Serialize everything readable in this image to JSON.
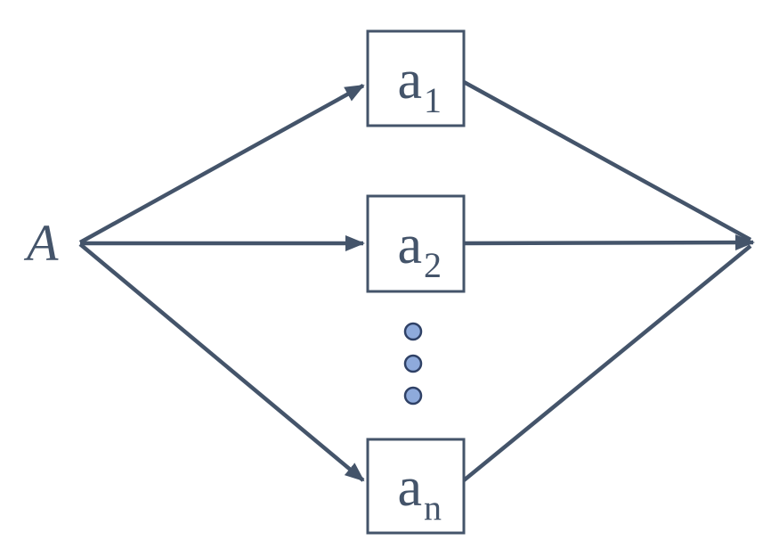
{
  "diagram": {
    "source": {
      "label": "A"
    },
    "nodes": [
      {
        "id": "a1",
        "label_main": "a",
        "label_sub": "1"
      },
      {
        "id": "a2",
        "label_main": "a",
        "label_sub": "2"
      },
      {
        "id": "an",
        "label_main": "a",
        "label_sub": "n"
      }
    ],
    "ellipsis_dot_count": 3,
    "colors": {
      "line": "#44546A",
      "text": "#44546A",
      "node_border": "#44546A",
      "node_fill": "#FFFFFF",
      "dot_fill": "#8EAADB",
      "dot_border": "#2F4166",
      "background": "#FFFFFF"
    }
  }
}
